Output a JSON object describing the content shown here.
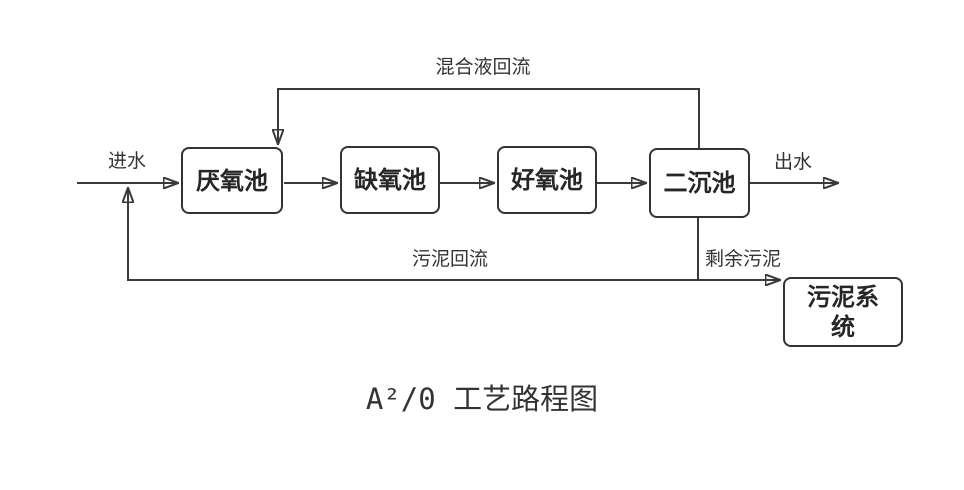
{
  "title": "A²/0 工艺路程图",
  "colors": {
    "line": "#3a3a3a",
    "box_border": "#333333",
    "box_fill": "#ffffff",
    "text": "#333333"
  },
  "nodes": {
    "anaerobic": {
      "label": "厌氧池"
    },
    "anoxic": {
      "label": "缺氧池"
    },
    "aerobic": {
      "label": "好氧池"
    },
    "secondary_clarifier": {
      "label": "二沉池"
    },
    "sludge_system": {
      "label": "污泥系统"
    }
  },
  "flow_labels": {
    "inflow": "进水",
    "outflow": "出水",
    "mixed_liquor_return": "混合液回流",
    "sludge_return": "污泥回流",
    "excess_sludge": "剩余污泥"
  }
}
